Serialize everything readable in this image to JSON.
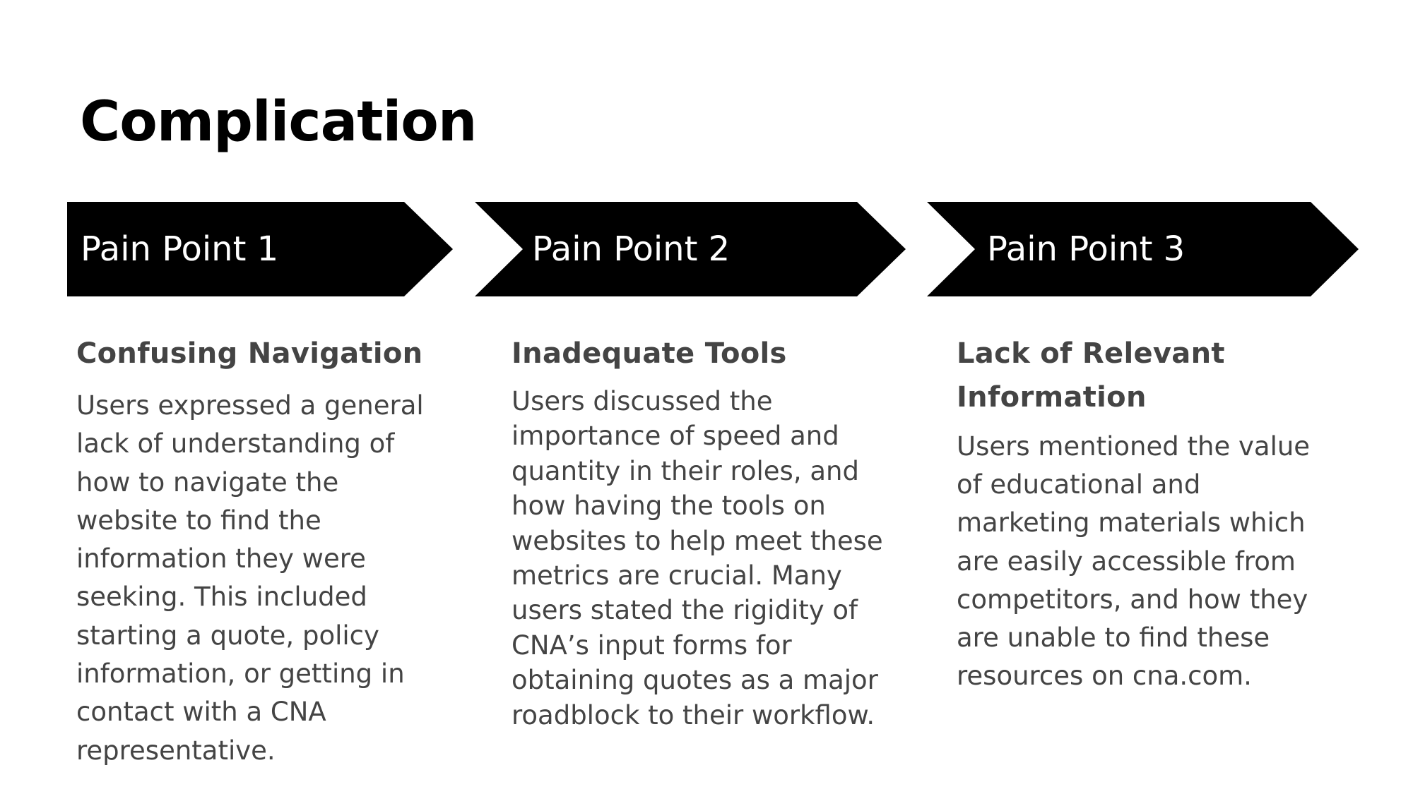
{
  "slide": {
    "title": "Complication"
  },
  "pain_points": [
    {
      "label": "Pain Point 1",
      "heading": "Confusing Navigation",
      "body": "Users expressed a general lack of understanding of how to navigate the website to find the information they were seeking. This included starting a quote, policy information, or getting in contact with a CNA representative."
    },
    {
      "label": "Pain Point 2",
      "heading": "Inadequate Tools",
      "body": "Users discussed the importance of speed and quantity in their roles, and how having the tools on websites to help meet these metrics are crucial. Many users stated the rigidity of CNA’s input forms for obtaining quotes as a major roadblock to their workflow."
    },
    {
      "label": "Pain Point 3",
      "heading": "Lack of Relevant Information",
      "body": "Users mentioned the value of educational and marketing materials which are easily accessible from competitors, and how they are unable to find these resources on cna.com."
    }
  ],
  "colors": {
    "chevron_fill": "#000000",
    "chevron_text": "#ffffff",
    "body_text": "#444444",
    "title_text": "#000000"
  }
}
